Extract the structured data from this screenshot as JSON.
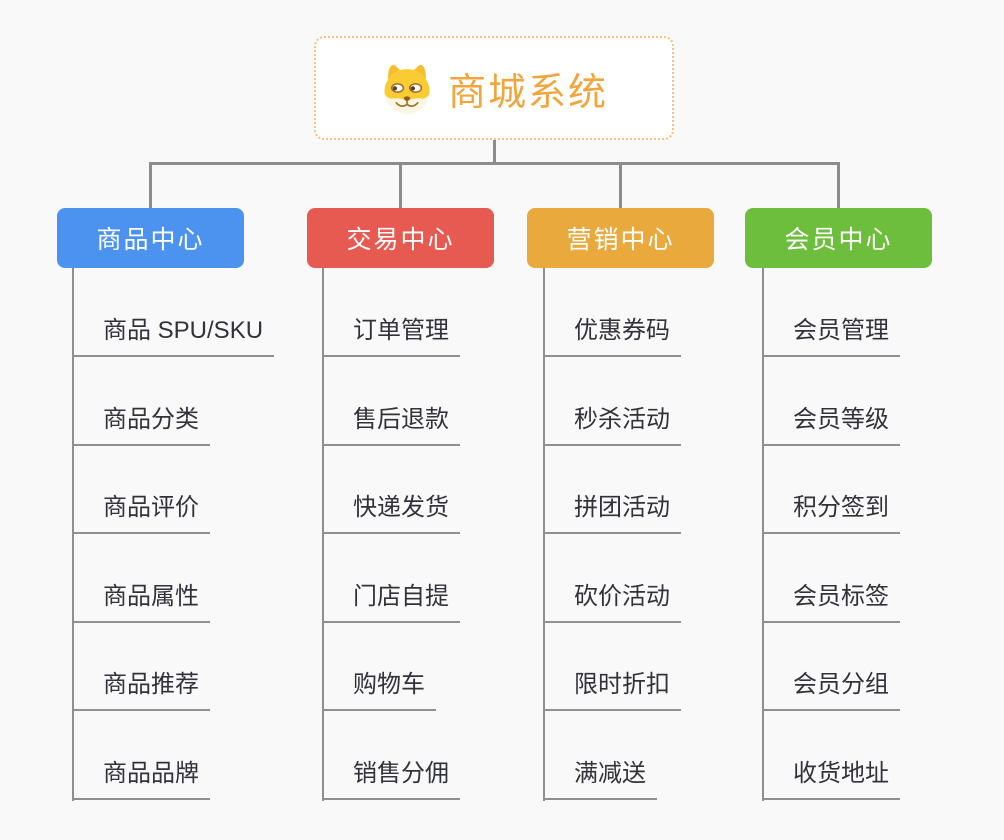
{
  "root": {
    "title": "商城系统",
    "icon": "dog-face-icon"
  },
  "colors": {
    "background": "#f9f9f9",
    "root_border": "#f3c27b",
    "root_title": "#f0a63c",
    "connector": "#8c8c8c",
    "leaf_underline": "#909090",
    "leaf_text": "#32323a"
  },
  "branches": [
    {
      "label": "商品中心",
      "color": "#4b93ee",
      "items": [
        "商品 SPU/SKU",
        "商品分类",
        "商品评价",
        "商品属性",
        "商品推荐",
        "商品品牌"
      ]
    },
    {
      "label": "交易中心",
      "color": "#e75a52",
      "items": [
        "订单管理",
        "售后退款",
        "快递发货",
        "门店自提",
        "购物车",
        "销售分佣"
      ]
    },
    {
      "label": "营销中心",
      "color": "#eaa93c",
      "items": [
        "优惠券码",
        "秒杀活动",
        "拼团活动",
        "砍价活动",
        "限时折扣",
        "满减送"
      ]
    },
    {
      "label": "会员中心",
      "color": "#6cbe3c",
      "items": [
        "会员管理",
        "会员等级",
        "积分签到",
        "会员标签",
        "会员分组",
        "收货地址"
      ]
    }
  ]
}
